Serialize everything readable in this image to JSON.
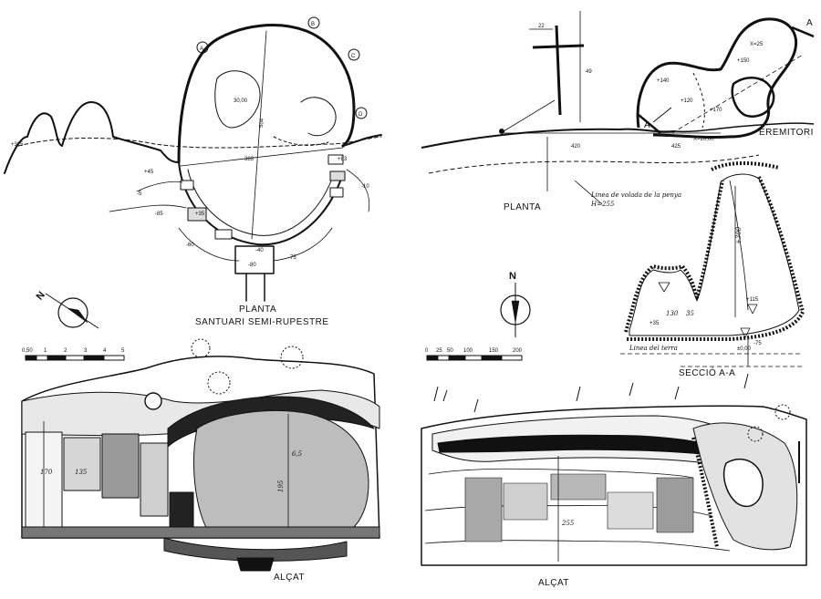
{
  "left": {
    "plan_title": "PLANTA",
    "plan_subtitle": "SANTUARI   SEMI-RUPESTRE",
    "elevation_title": "ALÇAT",
    "points": [
      "A",
      "B",
      "C",
      "D"
    ],
    "dims": {
      "width": "383",
      "height": "504",
      "depth": "30,00"
    },
    "levels": [
      "+325",
      "+45",
      "-5",
      "-85",
      "-60",
      "-40",
      "-75",
      "-80",
      "+35",
      "+83",
      "-10"
    ],
    "scale_ticks": [
      "0,50",
      "1",
      "2",
      "3",
      "4",
      "5"
    ],
    "elevation_dims": [
      "170",
      "135",
      "195",
      "6,5"
    ],
    "compass": "N"
  },
  "right": {
    "plan_title": "PLANTA",
    "section_title": "SECCIÓ  A-A",
    "elevation_title": "ALÇAT",
    "eremitori": "EREMITORI",
    "section_marker": "A",
    "note_rock": "Linea de volada de la penya",
    "note_rock_h": "H=255",
    "note_ground": "Linea del terra",
    "cross_dims": [
      "22",
      "49"
    ],
    "plan_dims": [
      "420",
      "425",
      "X=20,00",
      "+140",
      "+120",
      "+170",
      "X=25",
      "+150"
    ],
    "section_dims": [
      "+300",
      "+115",
      "+35",
      "130",
      "35",
      "±0,00",
      "-75"
    ],
    "elevation_dims": [
      "255"
    ],
    "scale_ticks": [
      "0",
      "25",
      "50",
      "100",
      "150",
      "200"
    ],
    "compass": "N"
  }
}
